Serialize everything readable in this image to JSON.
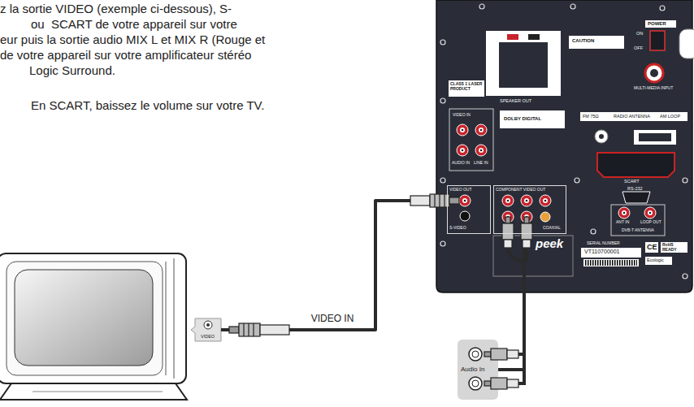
{
  "diagram": {
    "nodes": [
      {
        "text": [
          "VIDEO"
        ]
      },
      {
        "text": [
          "peek"
        ]
      },
      {
        "text": [
          "VIDEO OUT",
          "S-VIDEO"
        ],
        "in": 1
      },
      {
        "text": [
          "COMPONENT VIDEO OUT",
          "COAXIAL"
        ],
        "in": 1
      },
      {
        "text": [
          "Audio In"
        ]
      }
    ],
    "edges": [
      {
        "from": 2,
        "to": 0,
        "label": "VIDEO IN",
        "arrow": "none"
      },
      {
        "from": 3,
        "to": 4,
        "arrow": "none"
      }
    ],
    "labels": [
      "z la sortie VIDEO (exemple ci-dessous), S-",
      "ou  SCART de votre appareil sur votre",
      "eur puis la sortie audio MIX L et MIX R (Rouge et",
      "de votre appareil sur votre amplificateur stéréo",
      "Logic Surround.",
      "En SCART, baissez le volume sur votre TV.",
      "CLASS 1 LASER PRODUCT",
      "SPEAKER OUT",
      "CAUTION",
      "POWER",
      "ON",
      "OFF",
      "MULTI-MEDIA INPUT",
      "VIDEO IN",
      "AUDIO IN",
      "LINE IN",
      "DOLBY DIGITAL",
      "FM 75Ω",
      "RADIO ANTENNA",
      "AM LOOP",
      "SCART",
      "RS-232",
      "ANT IN",
      "LOOP OUT",
      "DVB-T ANTENNA",
      "SERIAL NUMBER",
      "VT110700001",
      "CE",
      "RoHS READY",
      "Ecologic"
    ]
  }
}
